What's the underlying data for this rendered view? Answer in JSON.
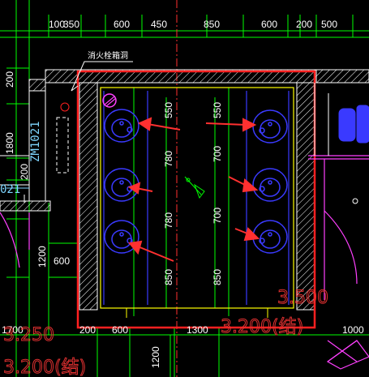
{
  "top_dims": [
    "100",
    "350",
    "600",
    "450",
    "850",
    "600",
    "200",
    "500"
  ],
  "bottom_dims": [
    "1700",
    "200",
    "600",
    "1300",
    "1000"
  ],
  "left_dims": [
    "200",
    "1800",
    "200",
    "1200",
    "600"
  ],
  "left_inner_dims": [
    "550",
    "780",
    "780",
    "850"
  ],
  "right_inner_dims": [
    "550",
    "700",
    "700",
    "850"
  ],
  "bottom_right_dim": "1200",
  "door_tag_vertical": "ZM1021",
  "door_tag_partial": "021",
  "label_hydrant": "消火栓箱洞",
  "elevations": {
    "bottom_left_top": "3.250",
    "bottom_left_bottom": "3.200(结)",
    "right_top": "3.500",
    "right_bottom": "3.200(结)"
  },
  "colors": {
    "background": "#000000",
    "dim_line": "#00ff00",
    "wall": "#ffffff",
    "room_outline": "#ffff00",
    "highlight_box": "#ff2020",
    "arrow": "#ff3030",
    "sink": "#3a3aff",
    "grid_line": "#ff3030",
    "magenta": "#ff40ff",
    "elevation_text": "#e03030"
  }
}
